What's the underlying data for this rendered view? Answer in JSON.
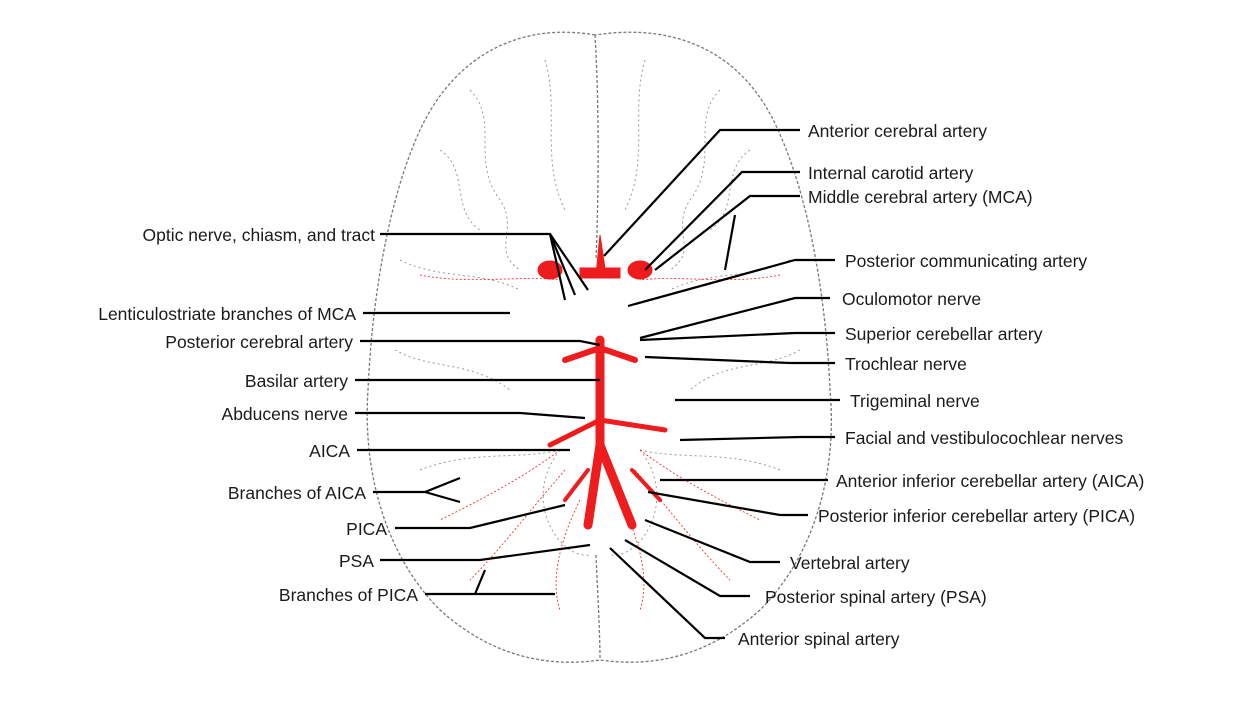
{
  "labels": {
    "anterior_cerebral_artery": "Anterior cerebral artery",
    "internal_carotid_artery": "Internal carotid artery",
    "middle_cerebral_artery": "Middle cerebral artery (MCA)",
    "posterior_communicating_artery": "Posterior communicating artery",
    "oculomotor_nerve": "Oculomotor nerve",
    "superior_cerebellar_artery": "Superior cerebellar artery",
    "trochlear_nerve": "Trochlear nerve",
    "trigeminal_nerve": "Trigeminal nerve",
    "facial_vestibulocochlear": "Facial and vestibulocochlear nerves",
    "aica_full": "Anterior inferior cerebellar artery (AICA)",
    "pica_full": "Posterior inferior cerebellar artery (PICA)",
    "vertebral_artery": "Vertebral artery",
    "posterior_spinal_artery": "Posterior spinal artery (PSA)",
    "anterior_spinal_artery": "Anterior spinal artery",
    "optic_nerve": "Optic nerve, chiasm, and tract",
    "lenticulostriate": "Lenticulostriate branches of MCA",
    "posterior_cerebral_artery": "Posterior cerebral artery",
    "basilar_artery": "Basilar artery",
    "abducens_nerve": "Abducens nerve",
    "aica": "AICA",
    "branches_aica": "Branches of AICA",
    "pica": "PICA",
    "psa": "PSA",
    "branches_pica": "Branches of PICA"
  },
  "colors": {
    "artery": "#ee1c1c",
    "outline": "#777777",
    "leader": "#000000",
    "text": "#1a1a1a"
  }
}
